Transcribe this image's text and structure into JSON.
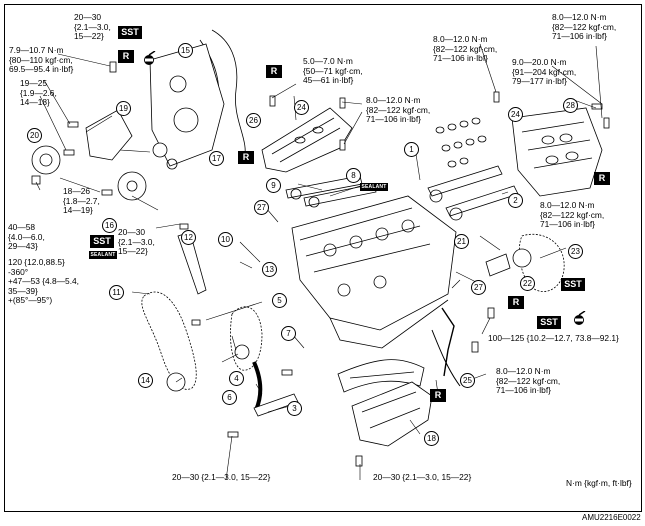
{
  "torque": {
    "t1": "20—30\n{2.1—3.0,\n15—22}",
    "t2": "7.9—10.7 N·m\n{80—110 kgf·cm,\n69.5—95.4 in·lbf}",
    "t3": "19—25\n{1.9—2.6,\n14—18}",
    "t4": "18—26\n{1.8—2.7,\n14—19}",
    "t5": "40—58\n{4.0—6.0,\n29—43}",
    "t6": "20—30\n{2.1—3.0,\n15—22}",
    "t7": "120 {12.0,88.5}\n-360°\n+47—53 {4.8—5.4,\n35—39}\n+(85°—95°)",
    "t8": "5.0—7.0 N·m\n{50—71 kgf·cm,\n45—61 in·lbf}",
    "t9": "8.0—12.0 N·m\n{82—122 kgf·cm,\n71—106 in·lbf}",
    "t10": "8.0—12.0 N·m\n{82—122 kgf·cm,\n71—106 in·lbf}",
    "t11": "8.0—12.0 N·m\n{82—122 kgf·cm,\n71—106 in·lbf}",
    "t12": "9.0—20.0 N·m\n{91—204 kgf·cm,\n79—177 in·lbf}",
    "t13": "8.0—12.0 N·m\n{82—122 kgf·cm,\n71—106 in·lbf}",
    "t14": "100—125 {10.2—12.7, 73.8—92.1}",
    "t15": "8.0—12.0 N·m\n{82—122 kgf·cm,\n71—106 in·lbf}",
    "t16": "20—30 {2.1—3.0, 15—22}",
    "t17": "20—30 {2.1—3.0, 15—22}",
    "units": "N·m {kgf·m, ft·lbf}"
  },
  "callouts": [
    "1",
    "2",
    "3",
    "4",
    "5",
    "6",
    "7",
    "8",
    "9",
    "10",
    "11",
    "12",
    "13",
    "14",
    "15",
    "16",
    "17",
    "18",
    "19",
    "20",
    "21",
    "22",
    "23",
    "24",
    "24",
    "25",
    "26",
    "27",
    "27",
    "28"
  ],
  "badges": {
    "r": "R",
    "sst": "SST",
    "sealant": "SEALANT"
  },
  "caption": "AMU2216E0022"
}
